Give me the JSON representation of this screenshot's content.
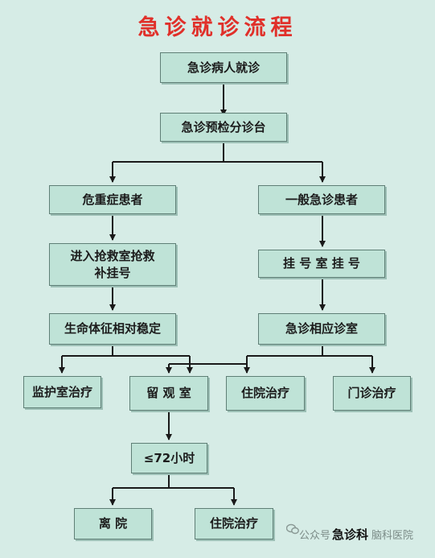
{
  "title": "急诊就诊流程",
  "nodes": {
    "n1": "急诊病人就诊",
    "n2": "急诊预检分诊台",
    "n3": "危重症患者",
    "n4": "一般急诊患者",
    "n5": "进入抢救室抢救\n补挂号",
    "n6": "挂 号 室 挂 号",
    "n7": "生命体征相对稳定",
    "n8": "急诊相应诊室",
    "n9": "监护室治疗",
    "n10": "留 观 室",
    "n11": "住院治疗",
    "n12": "门诊治疗",
    "n13": "≤72小时",
    "n14": "离   院",
    "n15": "住院治疗"
  },
  "watermark": {
    "prefix": "公众号",
    "bold": "急诊科",
    "suffix": "脑科医院"
  },
  "colors": {
    "background": "#d6ece6",
    "box_fill": "#bfe3d7",
    "title": "#e0302a",
    "line": "#1a1a1a"
  }
}
